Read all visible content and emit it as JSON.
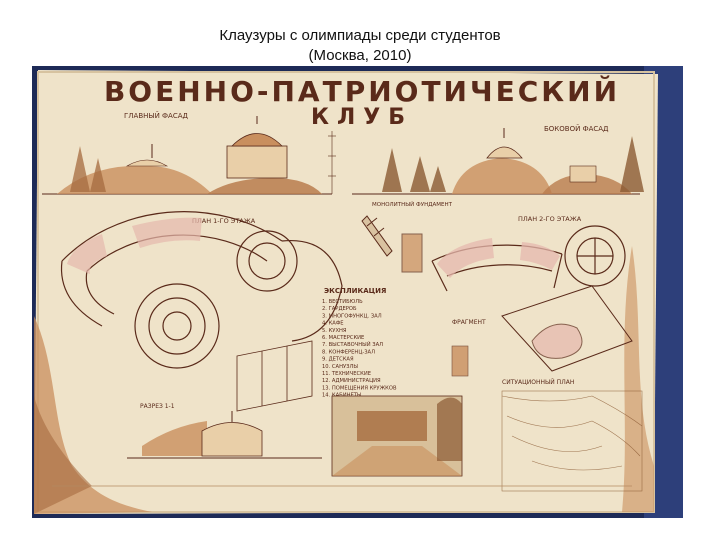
{
  "slide": {
    "title_line1": "Клаузуры с олимпиады среди студентов",
    "title_line2": "(Москва, 2010)"
  },
  "poster": {
    "heading": "ВОЕННО-ПАТРИОТИЧЕСКИЙ КЛУБ",
    "labels": {
      "main_facade": "ГЛАВНЫЙ ФАСАД",
      "side_facade": "БОКОВОЙ ФАСАД",
      "plan_floor1": "ПЛАН 1-ГО ЭТАЖА",
      "plan_floor2": "ПЛАН 2-ГО ЭТАЖА",
      "foundation": "МОНОЛИТНЫЙ ФУНДАМЕНТ",
      "explication": "ЭКСПЛИКАЦИЯ",
      "section": "РАЗРЕЗ 1-1",
      "situation_plan": "СИТУАЦИОННЫЙ ПЛАН",
      "fragment": "ФРАГМЕНТ"
    },
    "explication_items": [
      "1. ВЕСТИБЮЛЬ",
      "2. ГАРДЕРОБ",
      "3. МНОГОФУНКЦ. ЗАЛ",
      "4. КАФЕ",
      "5. КУХНЯ",
      "6. МАСТЕРСКИЕ",
      "7. ВЫСТАВОЧНЫЙ ЗАЛ",
      "8. КОНФЕРЕНЦ-ЗАЛ",
      "9. ДЕТСКАЯ",
      "10. САНУЗЛЫ",
      "11. ТЕХНИЧЕСКИЕ",
      "12. АДМИНИСТРАЦИЯ",
      "13. ПОМЕЩЕНИЯ КРУЖКОВ",
      "14. КАБИНЕТЫ"
    ]
  },
  "colors": {
    "board": "#1d2a57",
    "paper": "#efe3c9",
    "ink": "#5a2a1a",
    "wash": "#c98f5e",
    "pink": "#e6b8ad"
  }
}
